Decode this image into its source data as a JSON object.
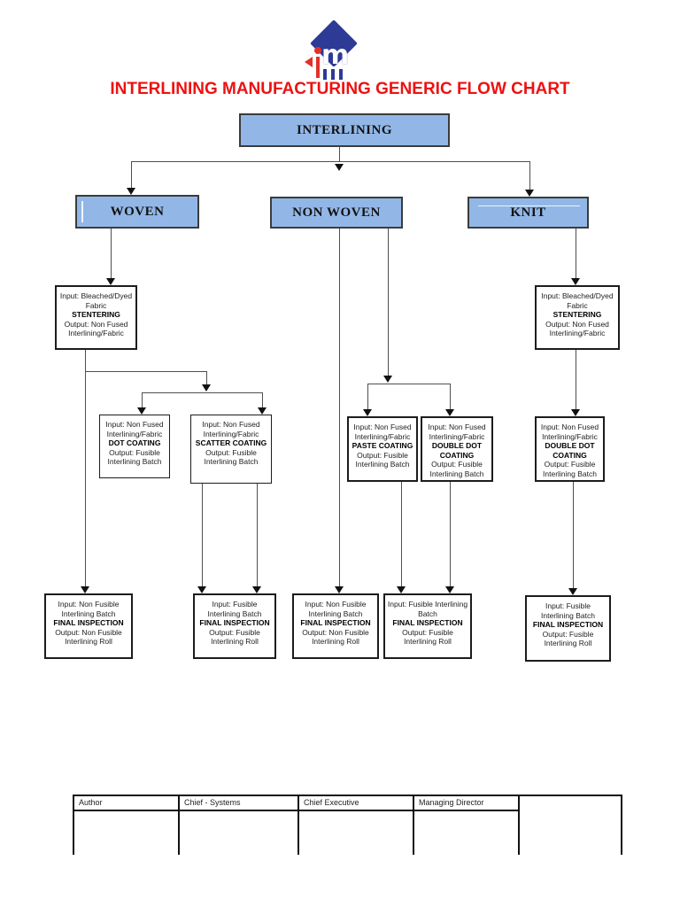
{
  "header": {
    "title": "INTERLINING MANUFACTURING GENERIC FLOW CHART",
    "title_color": "#ee1111"
  },
  "logo": {
    "name": "interlining-manufacturer-logo",
    "diamond_color": "#2d3a96",
    "accent_color": "#e23128",
    "monogram_m": "m"
  },
  "colors": {
    "category_fill": "#92b7e7",
    "category_border": "#3b3b3b",
    "connector": "#4f4f4f"
  },
  "nodes": {
    "root": {
      "label": "INTERLINING"
    },
    "categories": [
      {
        "label": "WOVEN"
      },
      {
        "label": "NON WOVEN"
      },
      {
        "label": "KNIT"
      }
    ]
  },
  "process": [
    {
      "id": "stentering-woven",
      "input": "Input: Bleached/Dyed Fabric",
      "name": "STENTERING",
      "output": "Output: Non Fused Interlining/Fabric"
    },
    {
      "id": "stentering-knit",
      "input": "Input: Bleached/Dyed Fabric",
      "name": "STENTERING",
      "output": "Output: Non Fused Interlining/Fabric"
    },
    {
      "id": "dot-coating",
      "input": "Input: Non Fused Interlining/Fabric",
      "name": "DOT COATING",
      "output": "Output: Fusible Interlining Batch"
    },
    {
      "id": "scatter-coating",
      "input": "Input: Non Fused Interlining/Fabric",
      "name": "SCATTER COATING",
      "output": "Output: Fusible Interlining Batch"
    },
    {
      "id": "paste-coating",
      "input": "Input: Non Fused Interlining/Fabric",
      "name": "PASTE COATING",
      "output": "Output: Fusible Interlining Batch"
    },
    {
      "id": "double-dot-coating-nonwoven",
      "input": "Input: Non Fused Interlining/Fabric",
      "name": "DOUBLE DOT COATING",
      "output": "Output: Fusible Interlining Batch"
    },
    {
      "id": "double-dot-coating-knit",
      "input": "Input: Non Fused Interlining/Fabric",
      "name": "DOUBLE DOT COATING",
      "output": "Output: Fusible Interlining Batch"
    },
    {
      "id": "final-inspection-woven-nonfusible",
      "input": "Input: Non Fusible Interlining Batch",
      "name": "FINAL INSPECTION",
      "output": "Output: Non Fusible Interlining Roll"
    },
    {
      "id": "final-inspection-woven-fusible",
      "input": "Input: Fusible Interlining Batch",
      "name": "FINAL INSPECTION",
      "output": "Output: Fusible Interlining Roll"
    },
    {
      "id": "final-inspection-nonwoven-nonfusible",
      "input": "Input: Non Fusible Interlining Batch",
      "name": "FINAL INSPECTION",
      "output": "Output: Non Fusible Interlining Roll"
    },
    {
      "id": "final-inspection-nonwoven-fusible",
      "input": "Input: Fusible Interlining Batch",
      "name": "FINAL INSPECTION",
      "output": "Output: Fusible Interlining Roll"
    },
    {
      "id": "final-inspection-knit",
      "input": "Input: Fusible Interlining Batch",
      "name": "FINAL INSPECTION",
      "output": "Output: Fusible Interlining Roll"
    }
  ],
  "signature_table": {
    "headers": [
      "Author",
      "Chief - Systems",
      "Chief Executive",
      "Managing Director"
    ]
  }
}
